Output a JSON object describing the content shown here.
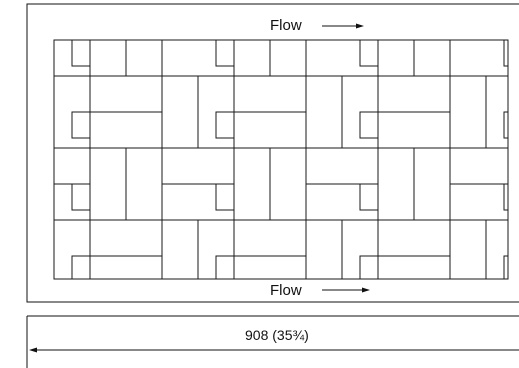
{
  "figure": {
    "flow_top_label": "Flow",
    "flow_bottom_label": "Flow",
    "dimension_label": "908 (35¾)",
    "pattern": "staggered brick packing",
    "colors": {
      "ink": "#111111",
      "background": "#ffffff"
    }
  }
}
